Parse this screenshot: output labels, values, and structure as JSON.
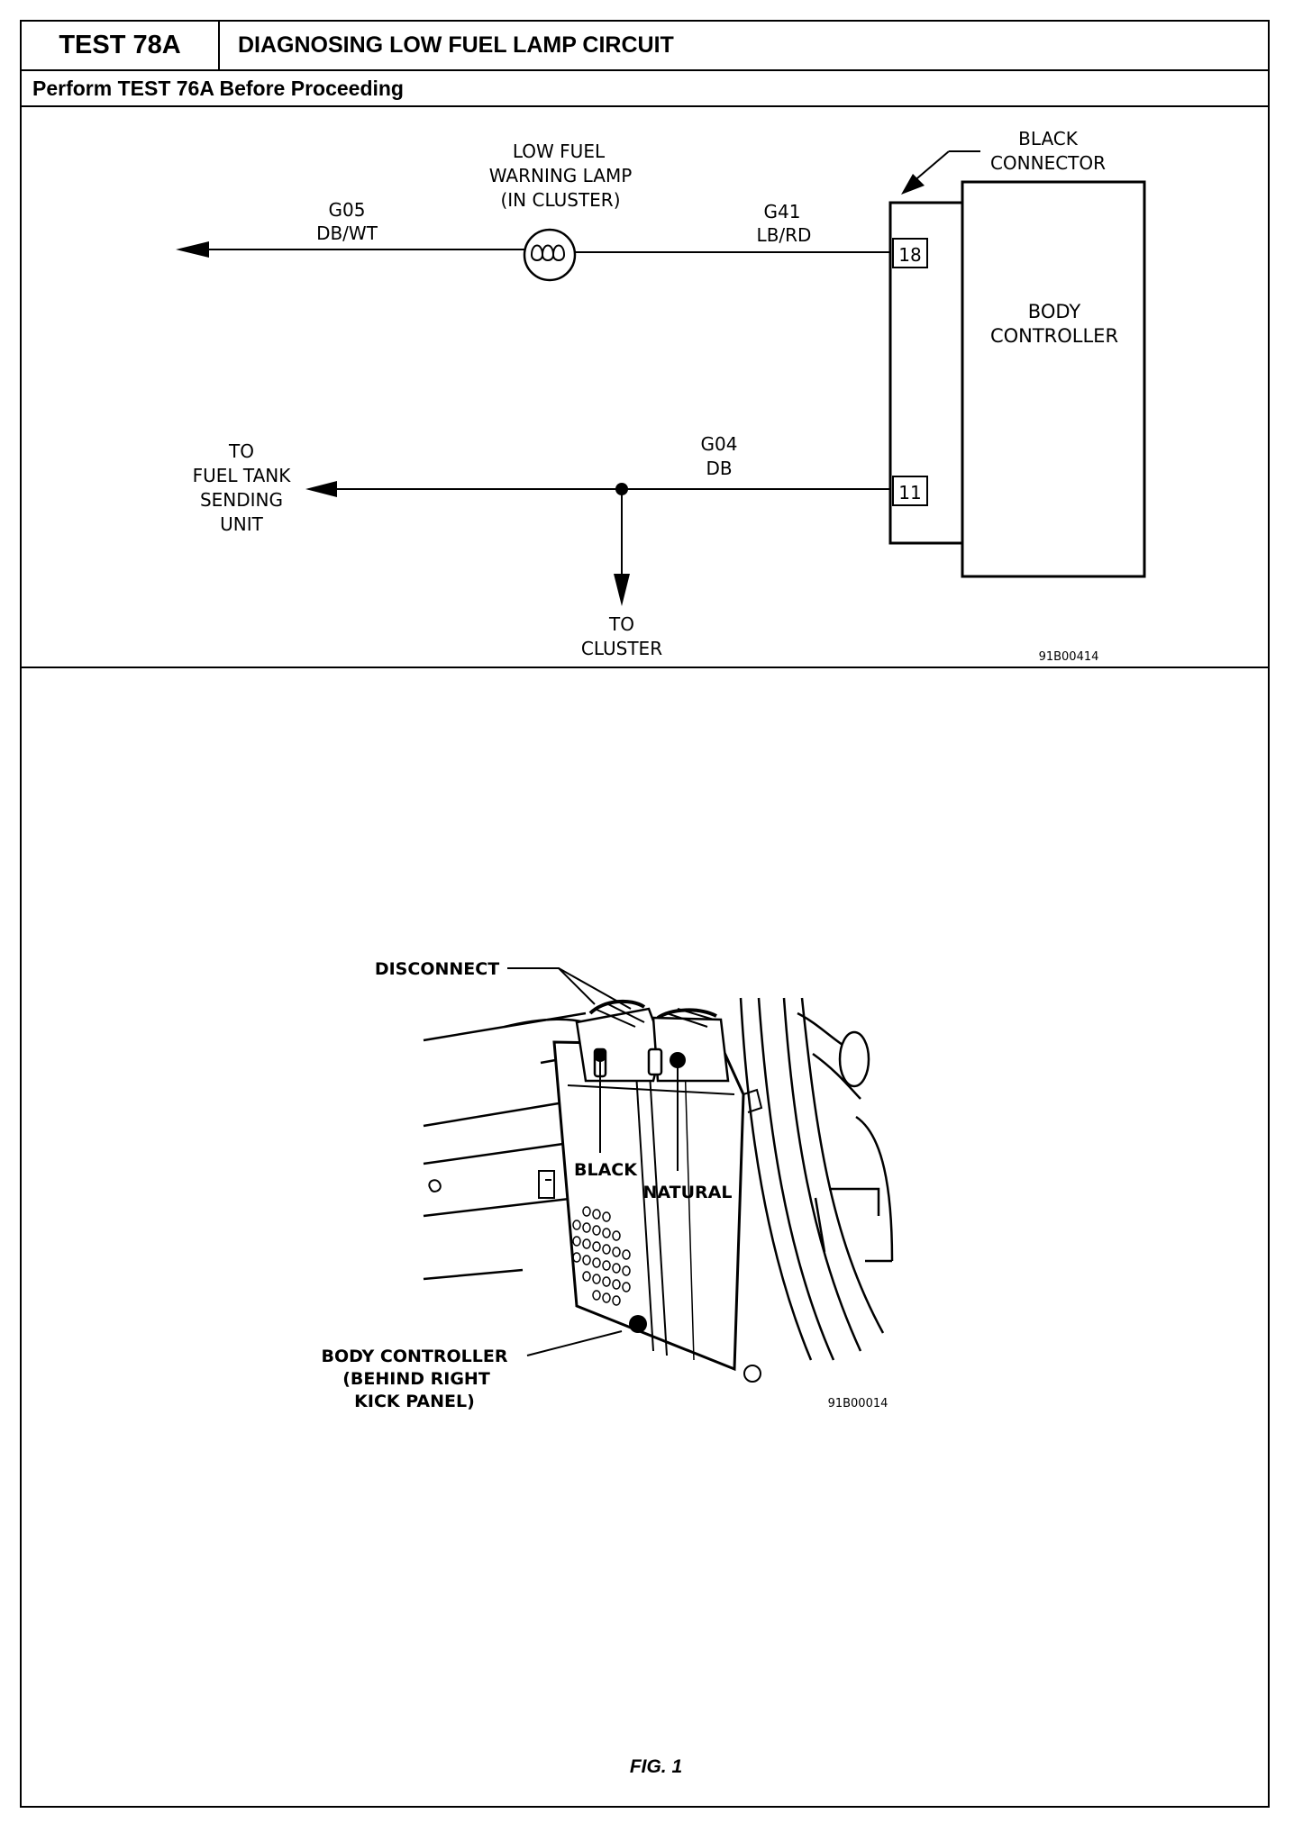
{
  "header": {
    "test_number": "TEST 78A",
    "test_title": "DIAGNOSING LOW FUEL LAMP CIRCUIT",
    "prerequisite": "Perform TEST 76A Before Proceeding"
  },
  "schematic": {
    "lamp_label": [
      "LOW FUEL",
      "WARNING LAMP",
      "(IN CLUSTER)"
    ],
    "wire_g05": {
      "circuit": "G05",
      "color": "DB/WT"
    },
    "wire_g41": {
      "circuit": "G41",
      "color": "LB/RD"
    },
    "wire_g04": {
      "circuit": "G04",
      "color": "DB"
    },
    "connector_label": [
      "BLACK",
      "CONNECTOR"
    ],
    "pin_top": "18",
    "pin_bottom": "11",
    "controller_label": [
      "BODY",
      "CONTROLLER"
    ],
    "fuel_tank_label": [
      "TO",
      "FUEL TANK",
      "SENDING",
      "UNIT"
    ],
    "cluster_label": [
      "TO",
      "CLUSTER"
    ],
    "figure_id": "91B00414"
  },
  "illustration": {
    "disconnect_label": "DISCONNECT",
    "black_label": "BLACK",
    "natural_label": "NATURAL",
    "controller_label": [
      "BODY CONTROLLER",
      "(BEHIND RIGHT",
      "KICK PANEL)"
    ],
    "figure_id": "91B00014"
  },
  "caption": "FIG. 1"
}
